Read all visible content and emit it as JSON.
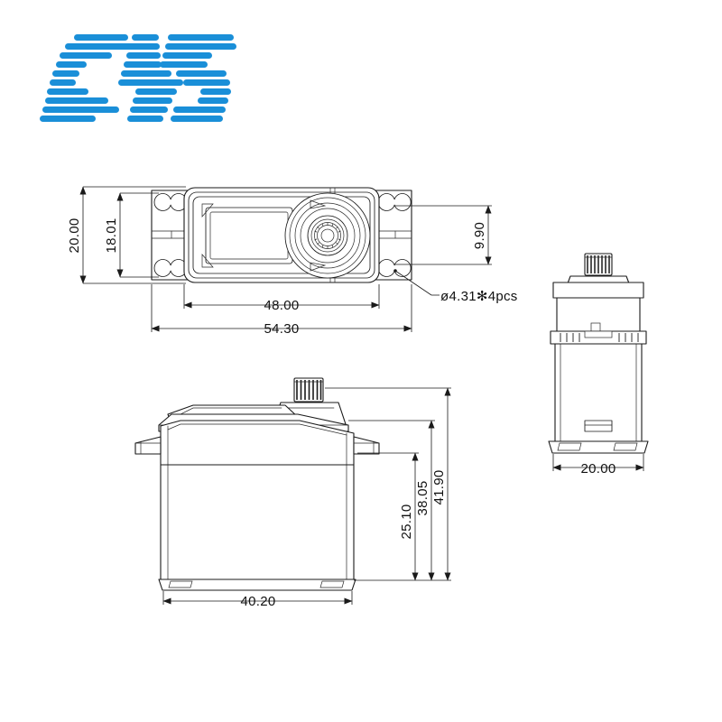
{
  "document": {
    "type": "technical-drawing",
    "subject": "RC servo dimensional drawing",
    "background_color": "#ffffff",
    "line_color": "#1a1a1a"
  },
  "brand": {
    "name": "CYS",
    "color": "#1a8fd8",
    "style": "horizontal-striped-italic-letters"
  },
  "views": [
    {
      "id": "top-view",
      "label": "top-view",
      "position": "upper-left"
    },
    {
      "id": "side-view",
      "label": "side-view",
      "position": "right"
    },
    {
      "id": "front-view",
      "label": "front-view",
      "position": "lower-left"
    }
  ],
  "dimensions": {
    "top_view": {
      "overall_height": "20.00",
      "mount_hole_span_height": "18.01",
      "hole_pitch_vertical": "9.90",
      "body_length": "48.00",
      "overall_length": "54.30",
      "hole_callout": "ø4.31✻4pcs"
    },
    "front_view": {
      "body_width": "40.20",
      "shaft_height": "41.90",
      "case_height": "38.05",
      "body_height": "25.10"
    },
    "side_view": {
      "width": "20.00"
    }
  },
  "labels": {
    "d2000": "20.00",
    "d1801": "18.01",
    "d990": "9.90",
    "d4800": "48.00",
    "d5430": "54.30",
    "hole": "ø4.31✻4pcs",
    "d4020": "40.20",
    "d4190": "41.90",
    "d3805": "38.05",
    "d2510": "25.10",
    "d2000b": "20.00"
  }
}
